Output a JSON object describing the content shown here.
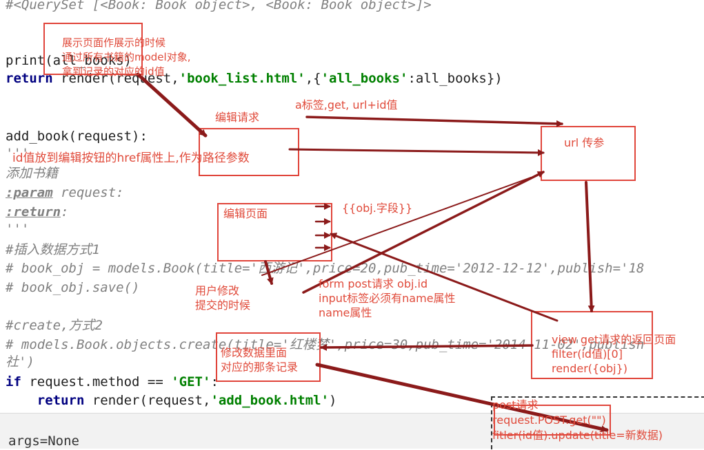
{
  "code_lines": [
    {
      "id": "l0",
      "segments": [
        {
          "t": "#<QuerySet [<Book: Book object>, <Book: Book object>]>",
          "c": "cm"
        }
      ]
    },
    {
      "id": "l1",
      "segments": [
        {
          "t": "print",
          "c": ""
        },
        {
          "t": "(all_books)",
          "c": ""
        }
      ]
    },
    {
      "id": "l2",
      "segments": [
        {
          "t": "return ",
          "c": "kw"
        },
        {
          "t": "render(request,",
          "c": ""
        },
        {
          "t": "'book_list.html'",
          "c": "str"
        },
        {
          "t": ",{",
          "c": ""
        },
        {
          "t": "'all_books'",
          "c": "str"
        },
        {
          "t": ":all_books})",
          "c": ""
        }
      ]
    },
    {
      "id": "l3",
      "segments": [
        {
          "t": "add_book(request):",
          "c": ""
        }
      ]
    },
    {
      "id": "l4",
      "segments": [
        {
          "t": "'''",
          "c": "cm"
        }
      ]
    },
    {
      "id": "l5",
      "segments": [
        {
          "t": "添加书籍",
          "c": "cm"
        }
      ]
    },
    {
      "id": "l6",
      "segments": [
        {
          "t": ":param",
          "c": "doctag"
        },
        {
          "t": " request:",
          "c": "pm"
        }
      ]
    },
    {
      "id": "l7",
      "segments": [
        {
          "t": ":return",
          "c": "doctag"
        },
        {
          "t": ":",
          "c": "pm"
        }
      ]
    },
    {
      "id": "l8",
      "segments": [
        {
          "t": "'''",
          "c": "cm"
        }
      ]
    },
    {
      "id": "l9",
      "segments": [
        {
          "t": "#插入数据方式1",
          "c": "cm"
        }
      ]
    },
    {
      "id": "l10",
      "segments": [
        {
          "t": "# book_obj = models.Book(title='西游记',price=20,pub_time='2012-12-12',publish='18",
          "c": "cm"
        }
      ]
    },
    {
      "id": "l11",
      "segments": [
        {
          "t": "# book_obj.save()",
          "c": "cm"
        }
      ]
    },
    {
      "id": "l12",
      "segments": [
        {
          "t": "#create,方式2",
          "c": "cm"
        }
      ]
    },
    {
      "id": "l13",
      "segments": [
        {
          "t": "# models.Book.objects.create(title='红楼梦',price=30,pub_time='2014-11-02',publish",
          "c": "cm"
        }
      ]
    },
    {
      "id": "l14",
      "segments": [
        {
          "t": "社')",
          "c": "cm"
        }
      ]
    },
    {
      "id": "l15",
      "segments": [
        {
          "t": "if ",
          "c": "kw"
        },
        {
          "t": "request.method == ",
          "c": ""
        },
        {
          "t": "'GET'",
          "c": "str"
        },
        {
          "t": ":",
          "c": ""
        }
      ]
    },
    {
      "id": "l16",
      "segments": [
        {
          "t": "    return ",
          "c": "kw"
        },
        {
          "t": "render(request,",
          "c": ""
        },
        {
          "t": "'add_book.html'",
          "c": "str"
        },
        {
          "t": ")",
          "c": ""
        }
      ]
    },
    {
      "id": "l17",
      "segments": [
        {
          "t": "args=None",
          "c": ""
        }
      ]
    }
  ],
  "annotations": {
    "display_page": "展示页面作展示的时候\n通过所有书籍的model对象,\n拿到记录的对应的id值",
    "edit_request": "编辑请求",
    "id_to_href": "id值放到编辑按钮的href属性上,作为路径参数",
    "a_tag": "a标签,get, url+id值",
    "url_param": "url 传参",
    "edit_page": "编辑页面",
    "obj_field": "{{obj.字段}}",
    "user_modify": "用户修改\n提交的时候",
    "form_post": "form post请求 obj.id\ninput标签必须有name属性\nname属性",
    "modify_record": "修改数据里面\n对应的那条记录",
    "view_get": "view get请求的返回页面\nfilter(id值)[0]\nrender({obj})",
    "post_request": "post请求\nrequest.POST.get(\"\")\nfitler(id值).update(title=新数据)"
  },
  "colors": {
    "annotation": "#e04a3a",
    "arrow": "#8b1a1a",
    "keyword": "#000080",
    "string": "#008000",
    "comment": "#808080"
  }
}
